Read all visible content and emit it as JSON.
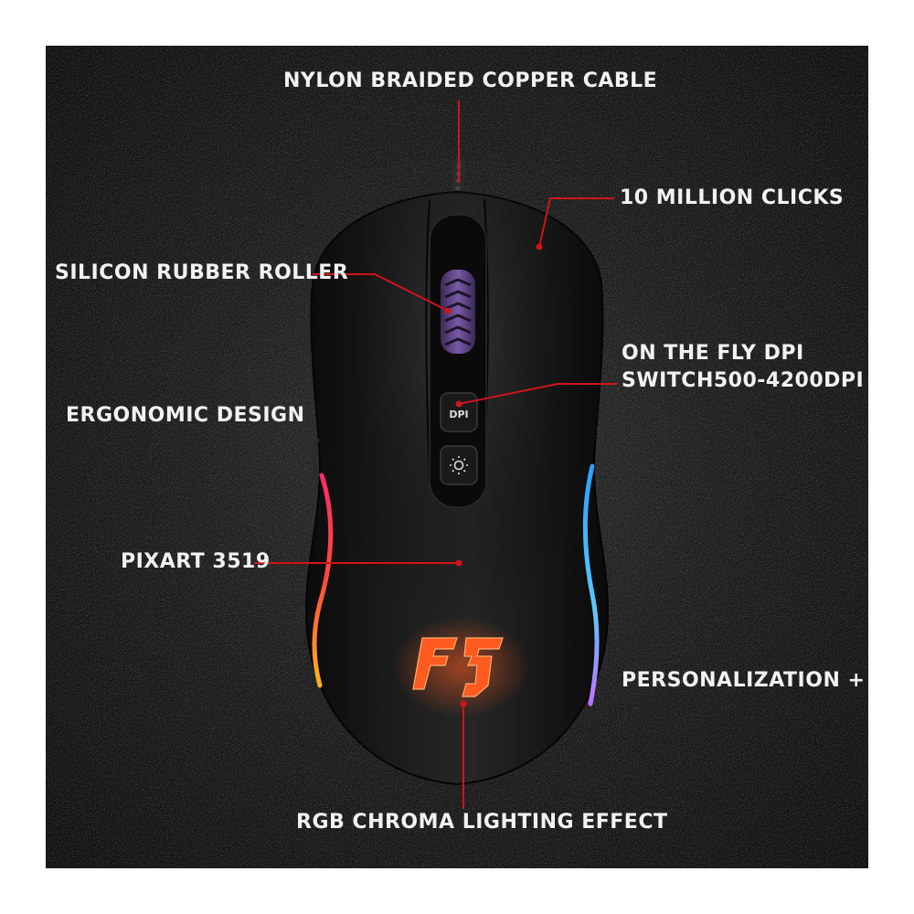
{
  "labels": {
    "cable": "NYLON BRAIDED  COPPER CABLE",
    "clicks": "10 MILLION CLICKS",
    "roller": "SILICON RUBBER ROLLER",
    "dpi_line1": "ON THE FLY DPI",
    "dpi_line2": "SWITCH500-4200DPI",
    "ergonomic": "ERGONOMIC DESIGN",
    "sensor": "PIXART 3519",
    "personalization": "PERSONALIZATION +",
    "rgb": "RGB CHROMA LIGHTING EFFECT"
  },
  "buttons": {
    "dpi_button_text": "DPI"
  },
  "colors": {
    "background": "#141414",
    "leader_line": "#d0141c",
    "logo_glow": "#ff5a1f",
    "left_strip": "#ff6a2a",
    "right_strip": "#3aa6ff"
  }
}
